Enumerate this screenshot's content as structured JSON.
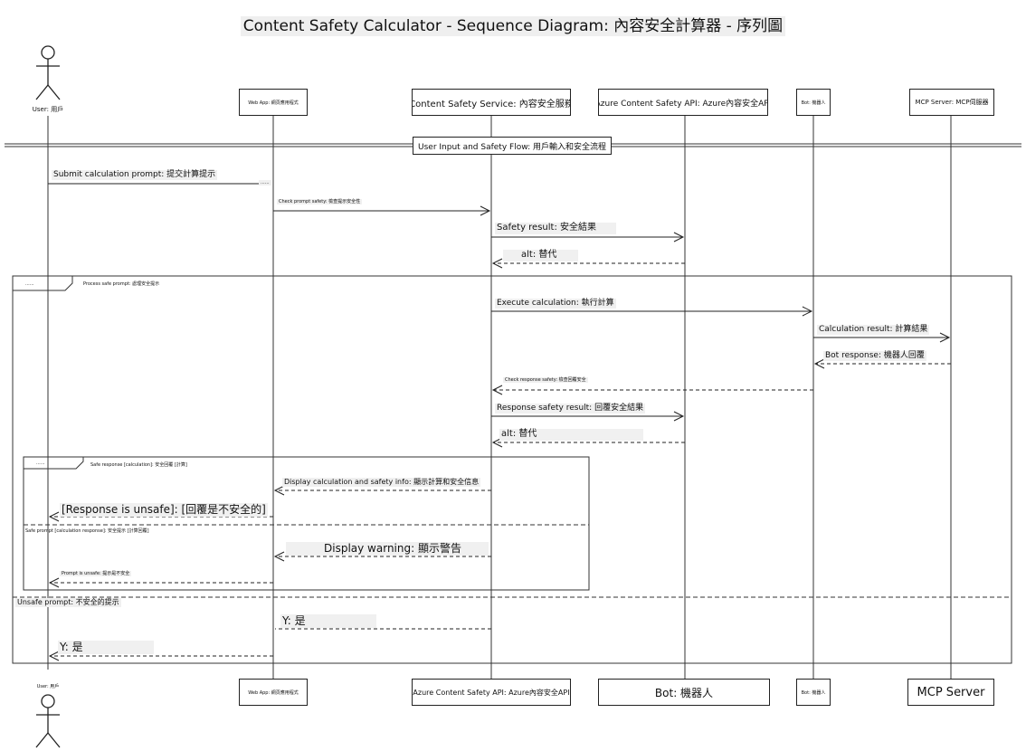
{
  "title": "Content Safety Calculator - Sequence Diagram: 內容安全計算器 - 序列圖",
  "participants": {
    "top": {
      "user": "User: 用戶",
      "webapp": "Web App: 網頁應用程式",
      "css": "Content Safety Service: 內容安全服務",
      "azure": "Azure Content Safety API: Azure內容安全API",
      "bot": "Bot: 機器人",
      "mcp": "MCP Server: MCP伺服器"
    },
    "bottom": {
      "user": "User: 用戶",
      "webapp": "Web App: 網頁應用程式",
      "css": "Azure Content Safety API: Azure內容安全API",
      "azure": "Bot: 機器人",
      "bot": "Bot: 機器人",
      "mcp": "MCP Server"
    }
  },
  "divider": "User Input and Safety Flow: 用戶輸入和安全流程",
  "messages": {
    "m1": "Submit calculation prompt: 提交計算提示",
    "m1_tail": "......",
    "m2": "Check prompt safety: 檢查提示安全性",
    "m3": "Safety result: 安全結果",
    "m4": "alt: 替代",
    "m5": "Execute calculation: 執行計算",
    "m6": "Calculation result: 計算結果",
    "m7": "Bot response: 機器人回覆",
    "m8": "Check response safety: 檢查回覆安全",
    "m9": "Response safety result: 回覆安全結果",
    "m10": "alt: 替代",
    "m11": "Display calculation and safety info: 顯示計算和安全信息",
    "m12": "[Response is unsafe]: [回覆是不安全的]",
    "m13": "Display warning: 顯示警告",
    "m14": "Prompt is unsafe: 提示是不安全",
    "m15": "Y: 是",
    "m16": "Y: 是"
  },
  "frames": {
    "outer_tab": "......",
    "outer_label": "Process safe prompt: 處理安全提示",
    "inner_tab": "......",
    "inner_label": "Safe response [calculation]: 安全回覆 [計算]",
    "inner_else": "Safe prompt [calculation response]: 安全提示 [計算回覆]",
    "else_label": "Unsafe prompt: 不安全的提示"
  }
}
